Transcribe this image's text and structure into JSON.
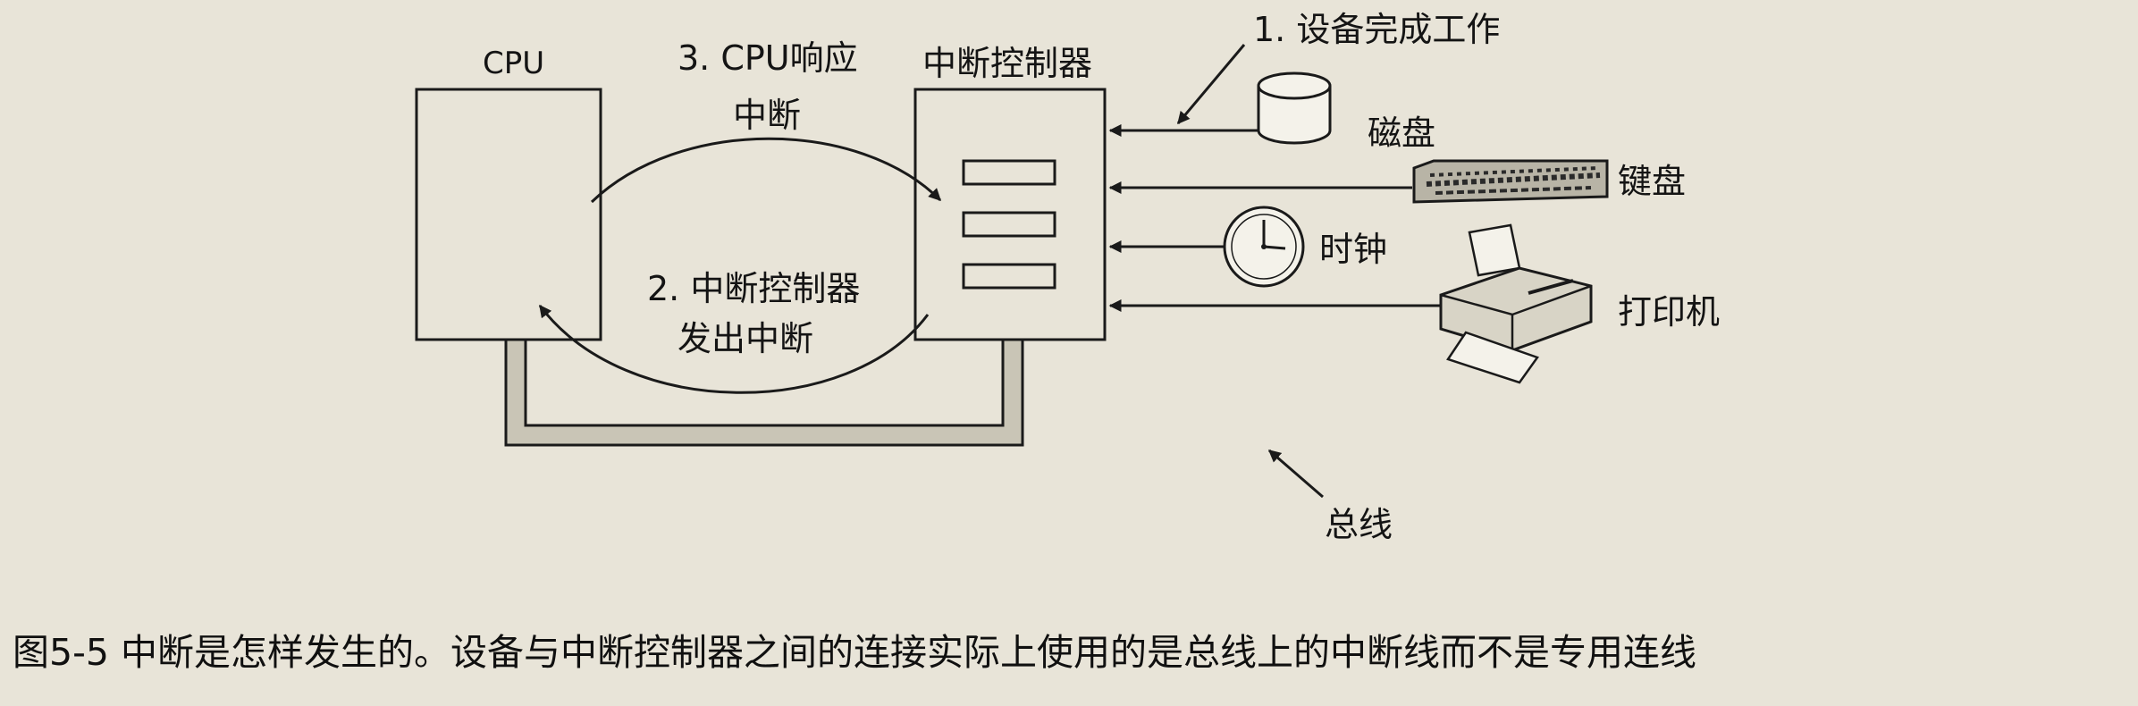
{
  "labels": {
    "cpu": "CPU",
    "controller": "中断控制器",
    "step1": "1. 设备完成工作",
    "step2_line1": "2. 中断控制器",
    "step2_line2": "发出中断",
    "step3_line1": "3. CPU响应",
    "step3_line2": "中断",
    "disk": "磁盘",
    "keyboard": "键盘",
    "clock": "时钟",
    "printer": "打印机",
    "bus": "总线"
  },
  "caption": "图5-5  中断是怎样发生的。设备与中断控制器之间的连接实际上使用的是总线上的中断线而不是专用连线",
  "colors": {
    "background": "#e8e4d8",
    "stroke": "#1a1a1a",
    "bus_fill": "#c9c5b6"
  }
}
